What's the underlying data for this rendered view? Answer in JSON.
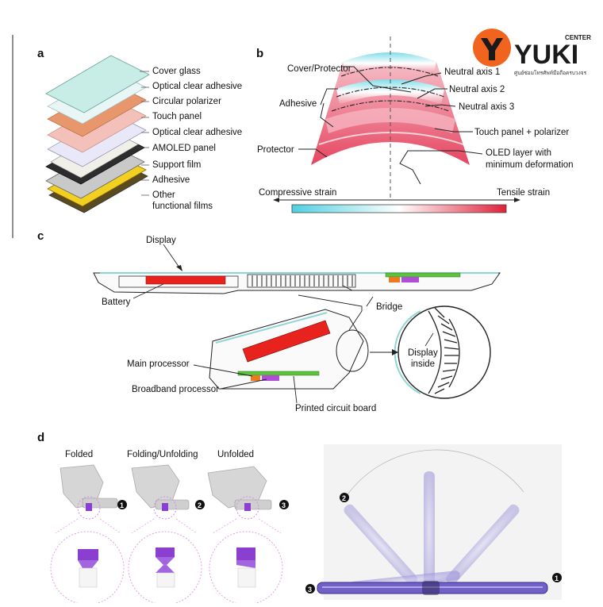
{
  "logo": {
    "brand": "YUKI",
    "center": "CENTER",
    "tagline": "ศูนย์ซ่อมโทรศัพท์มือถือครบวงจร",
    "colors": {
      "orange": "#f0641e",
      "dark": "#1a1a1a"
    }
  },
  "panel_a": {
    "letter": "a",
    "layers": [
      "Cover glass",
      "Optical clear adhesive",
      "Circular polarizer",
      "Touch panel",
      "Optical clear adhesive",
      "AMOLED panel",
      "Support film",
      "Adhesive",
      "Other",
      "functional films"
    ]
  },
  "panel_b": {
    "letter": "b",
    "cover_protector": "Cover/Protector",
    "adhesive": "Adhesive",
    "protector": "Protector",
    "neutral_axis_1": "Neutral axis 1",
    "neutral_axis_2": "Neutral axis 2",
    "neutral_axis_3": "Neutral axis 3",
    "touch_polarizer": "Touch panel + polarizer",
    "oled_1": "OLED layer with",
    "oled_2": "minimum deformation",
    "compressive": "Compressive strain",
    "tensile": "Tensile strain",
    "colors": {
      "compressive": "#4fd0e0",
      "tensile": "#e0213a"
    }
  },
  "panel_c": {
    "letter": "c",
    "display": "Display",
    "battery": "Battery",
    "bridge": "Bridge",
    "display_inside_1": "Display",
    "display_inside_2": "inside",
    "main_processor": "Main processor",
    "broadband_processor": "Broadband processor",
    "pcb": "Printed circuit board",
    "colors": {
      "battery": "#e8231e",
      "pcb": "#5dc23c",
      "main_proc": "#f07820",
      "broadband": "#b04fd6"
    }
  },
  "panel_d": {
    "letter": "d",
    "folded": "Folded",
    "folding": "Folding/Unfolding",
    "unfolded": "Unfolded",
    "n1": "1",
    "n2": "2",
    "n3": "3",
    "colors": {
      "hinge": "#8a3fd0",
      "phone": "#7060c8"
    }
  }
}
